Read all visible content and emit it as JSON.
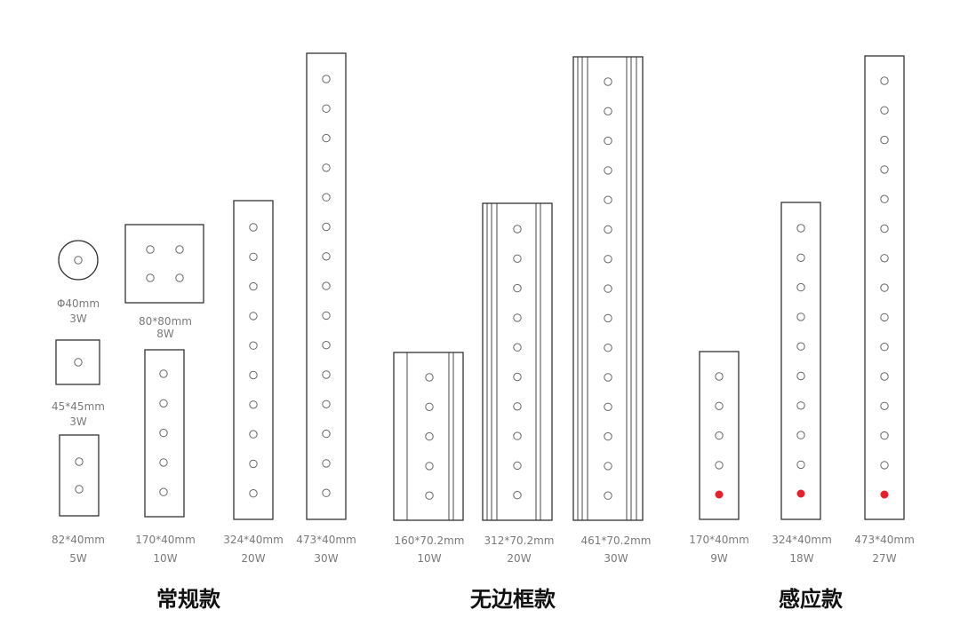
{
  "groups": [
    {
      "title": "常规款",
      "products": [
        {
          "size": "Φ40mm",
          "power": "3W",
          "shape": "round",
          "leds": 1
        },
        {
          "size": "45*45mm",
          "power": "3W",
          "shape": "square",
          "leds": 1
        },
        {
          "size": "82*40mm",
          "power": "5W",
          "shape": "bar",
          "leds": 2
        },
        {
          "size": "80*80mm",
          "power": "8W",
          "shape": "square-grid",
          "leds": 4
        },
        {
          "size": "170*40mm",
          "power": "10W",
          "shape": "bar",
          "leds": 5
        },
        {
          "size": "324*40mm",
          "power": "20W",
          "shape": "bar",
          "leds": 10
        },
        {
          "size": "473*40mm",
          "power": "30W",
          "shape": "bar",
          "leds": 15
        }
      ]
    },
    {
      "title": "无边框款",
      "products": [
        {
          "size": "160*70.2mm",
          "power": "10W",
          "shape": "frameless-bar",
          "leds": 5
        },
        {
          "size": "312*70.2mm",
          "power": "20W",
          "shape": "frameless-bar",
          "leds": 10
        },
        {
          "size": "461*70.2mm",
          "power": "30W",
          "shape": "frameless-bar",
          "leds": 15
        }
      ]
    },
    {
      "title": "感应款",
      "products": [
        {
          "size": "170*40mm",
          "power": "9W",
          "shape": "sensor-bar",
          "leds": 5
        },
        {
          "size": "324*40mm",
          "power": "18W",
          "shape": "sensor-bar",
          "leds": 10
        },
        {
          "size": "473*40mm",
          "power": "27W",
          "shape": "sensor-bar",
          "leds": 15
        }
      ]
    }
  ],
  "colors": {
    "outline": "#333333",
    "led": "#666666",
    "sensor": "#e8202a",
    "label": "#7a7a7a",
    "title": "#111111"
  }
}
